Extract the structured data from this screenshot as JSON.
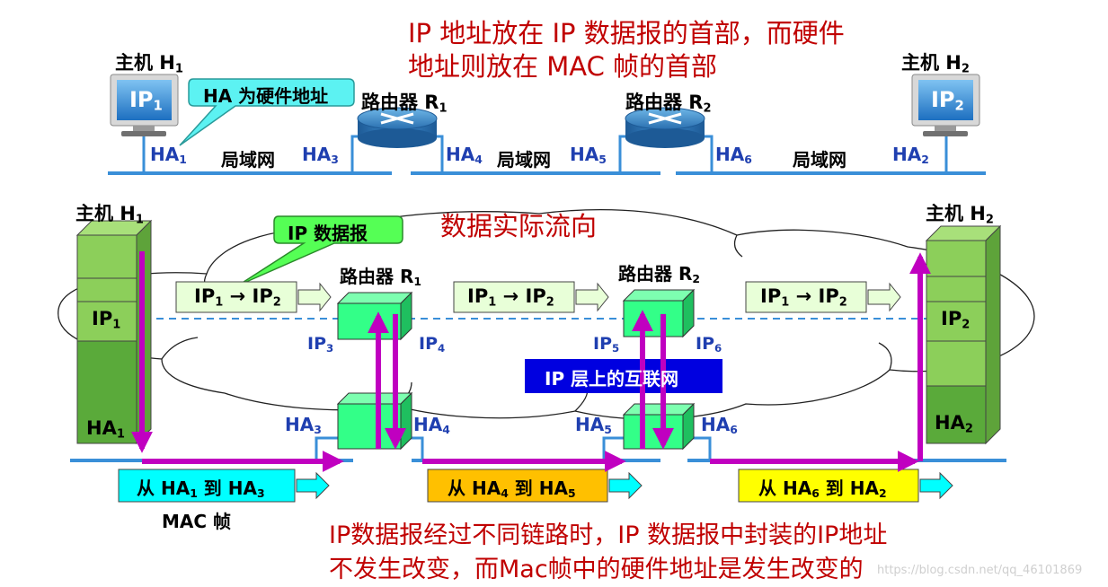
{
  "top_note": {
    "line1": "IP 地址放在 IP 数据报的首部，而硬件",
    "line2": "地址则放在 MAC 帧的首部"
  },
  "top_network": {
    "host1": {
      "label": "主机 H",
      "sub": "1",
      "screen": "IP",
      "screen_sub": "1"
    },
    "host2": {
      "label": "主机 H",
      "sub": "2",
      "screen": "IP",
      "screen_sub": "2"
    },
    "router1": {
      "label": "路由器 R",
      "sub": "1"
    },
    "router2": {
      "label": "路由器 R",
      "sub": "2"
    },
    "callout": "HA 为硬件地址",
    "lan": "局域网",
    "ha": [
      {
        "name": "HA",
        "sub": "1"
      },
      {
        "name": "HA",
        "sub": "3"
      },
      {
        "name": "HA",
        "sub": "4"
      },
      {
        "name": "HA",
        "sub": "5"
      },
      {
        "name": "HA",
        "sub": "6"
      },
      {
        "name": "HA",
        "sub": "2"
      }
    ]
  },
  "bottom_network": {
    "host1": {
      "label": "主机 H",
      "sub": "1",
      "ip": "IP",
      "ip_sub": "1",
      "ha": "HA",
      "ha_sub": "1"
    },
    "host2": {
      "label": "主机 H",
      "sub": "2",
      "ip": "IP",
      "ip_sub": "2",
      "ha": "HA",
      "ha_sub": "2"
    },
    "router1": {
      "label": "路由器 R",
      "sub": "1",
      "ip_left": "IP",
      "ip_left_sub": "3",
      "ip_right": "IP",
      "ip_right_sub": "4",
      "ha_left": "HA",
      "ha_left_sub": "3",
      "ha_right": "HA",
      "ha_right_sub": "4"
    },
    "router2": {
      "label": "路由器 R",
      "sub": "2",
      "ip_left": "IP",
      "ip_left_sub": "5",
      "ip_right": "IP",
      "ip_right_sub": "6",
      "ha_left": "HA",
      "ha_left_sub": "5",
      "ha_right": "HA",
      "ha_right_sub": "6"
    },
    "flow_title": "数据实际流向",
    "ip_callout": "IP 数据报",
    "ip_layer_box": "IP 层上的互联网",
    "datagram_packet": {
      "a": "IP",
      "a_sub": "1",
      "arrow": " → ",
      "b": "IP",
      "b_sub": "2"
    },
    "frames": [
      {
        "prefix": "从 HA",
        "a_sub": "1",
        "mid": " 到 HA",
        "b_sub": "3",
        "color": "#00ffff"
      },
      {
        "prefix": "从 HA",
        "a_sub": "4",
        "mid": " 到 HA",
        "b_sub": "5",
        "color": "#ffc000"
      },
      {
        "prefix": "从 HA",
        "a_sub": "6",
        "mid": " 到 HA",
        "b_sub": "2",
        "color": "#ffff00"
      }
    ],
    "mac_frame_label": "MAC 帧"
  },
  "bottom_note": {
    "line1": "IP数据报经过不同链路时，IP 数据报中封装的IP地址",
    "line2": "不发生改变，而Mac帧中的硬件地址是发生改变的"
  },
  "watermark": "https://blog.csdn.net/qq_46101869",
  "colors": {
    "red_text": "#c00000",
    "blue_text": "#1f3fb0",
    "link_blue": "#3a8fd8",
    "magenta": "#c000c0",
    "host_green": "#8ccf5a",
    "router_green": "#33ff88",
    "ip_box_green": "#e8ffd8",
    "callout_cyan": "#5cf2f2",
    "callout_green": "#55ff55",
    "layer_box_blue": "#0000e0"
  }
}
